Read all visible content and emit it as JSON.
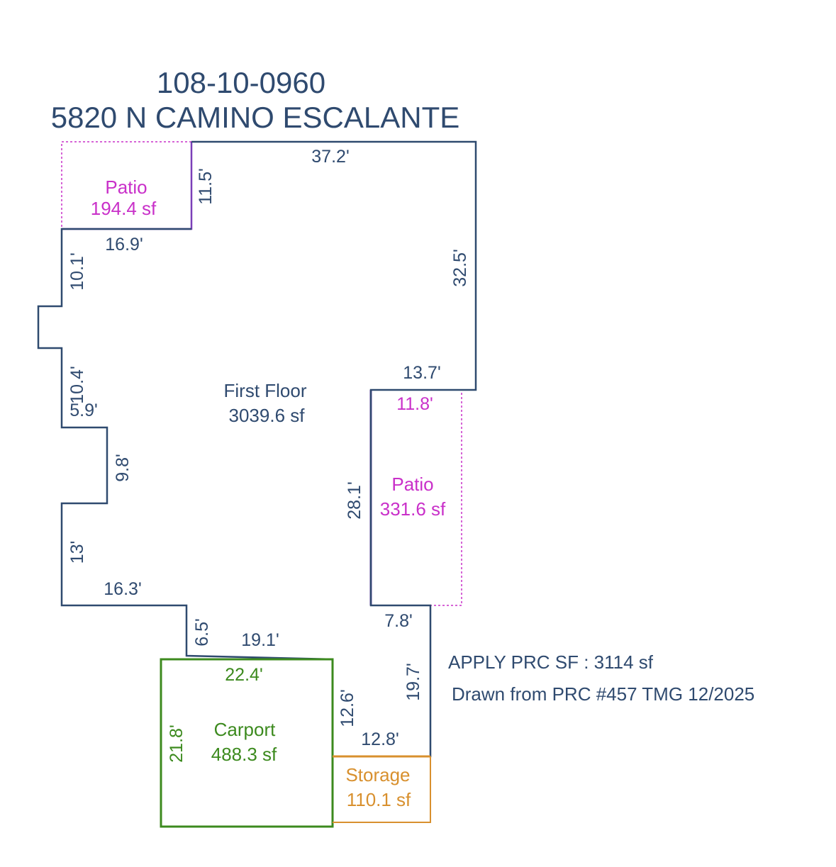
{
  "header": {
    "parcel_number": "108-10-0960",
    "address": "5820 N CAMINO ESCALANTE"
  },
  "colors": {
    "main_structure": "#2f4a6f",
    "patio": "#c930c9",
    "patio_outline": "#7a3fb8",
    "carport": "#3c8a1e",
    "storage": "#d8902e",
    "text_dark": "#2f4a6f"
  },
  "areas": {
    "first_floor": {
      "name": "First Floor",
      "area": "3039.6 sf"
    },
    "patio_nw": {
      "name": "Patio",
      "area": "194.4 sf"
    },
    "patio_east": {
      "name": "Patio",
      "area": "331.6 sf"
    },
    "carport": {
      "name": "Carport",
      "area": "488.3 sf"
    },
    "storage": {
      "name": "Storage",
      "area": "110.1 sf"
    }
  },
  "dimensions": {
    "top": "37.2'",
    "east": "32.5'",
    "patio_nw_side": "11.5'",
    "patio_nw_bottom": "16.9'",
    "west_upper": "10.1'",
    "west_mid": "10.4'",
    "bump_top": "5.9'",
    "bump_side": "9.8'",
    "west_lower": "13'",
    "step_bottom": "16.3'",
    "step_side": "6.5'",
    "carport_top_outer": "19.1'",
    "notch_top": "13.7'",
    "patio_east_top": "11.8'",
    "patio_east_side": "28.1'",
    "patio_east_bottom": "7.8'",
    "east_lower": "19.7'",
    "carport_top": "22.4'",
    "carport_side": "21.8'",
    "carport_east": "12.6'",
    "storage_top": "12.8'"
  },
  "notes": {
    "apply_sf": "APPLY PRC SF : 3114 sf",
    "drawn_from": "Drawn from PRC #457 TMG 12/2025"
  }
}
